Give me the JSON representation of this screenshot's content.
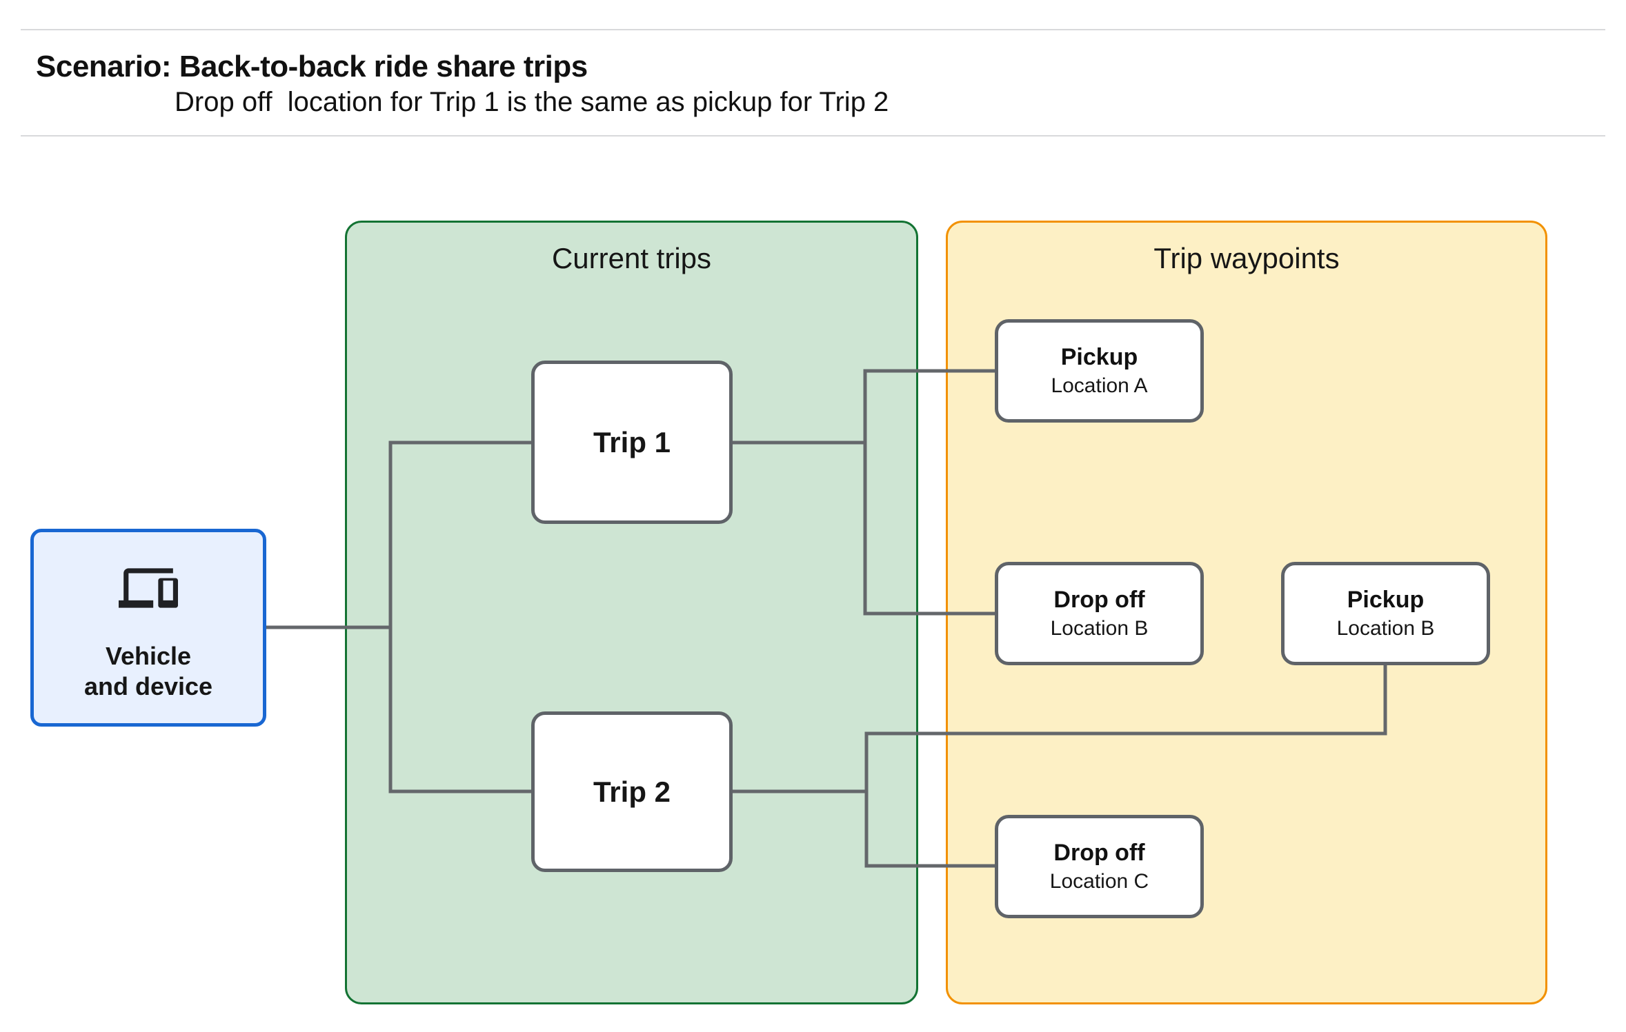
{
  "header": {
    "title": "Scenario: Back-to-back ride share trips",
    "subtitle": "Drop off  location for Trip 1 is the same as pickup for Trip 2"
  },
  "diagram": {
    "vehicle": {
      "icon": "devices-icon",
      "label_line1": "Vehicle",
      "label_line2": "and device"
    },
    "panels": {
      "current_trips": {
        "title": "Current trips"
      },
      "trip_waypoints": {
        "title": "Trip waypoints"
      }
    },
    "trips": {
      "trip1": {
        "label": "Trip 1"
      },
      "trip2": {
        "label": "Trip 2"
      }
    },
    "waypoints": {
      "pickup_a": {
        "title": "Pickup",
        "subtitle": "Location A"
      },
      "dropoff_b": {
        "title": "Drop off",
        "subtitle": "Location B"
      },
      "pickup_b": {
        "title": "Pickup",
        "subtitle": "Location B"
      },
      "dropoff_c": {
        "title": "Drop off",
        "subtitle": "Location C"
      }
    },
    "relations": [
      "Vehicle and device -> Trip 1",
      "Vehicle and device -> Trip 2",
      "Trip 1 -> Pickup Location A",
      "Trip 1 -> Drop off Location B",
      "Trip 2 -> Pickup Location B",
      "Trip 2 -> Drop off Location C"
    ],
    "colors": {
      "current_trips_fill": "#cee5d3",
      "current_trips_border": "#137333",
      "trip_waypoints_fill": "#fdf0c5",
      "trip_waypoints_border": "#f29100",
      "vehicle_fill": "#e8f0fe",
      "vehicle_border": "#1967d2",
      "node_border": "#5f6368",
      "connector": "#64676b",
      "divider": "#d8d9db"
    }
  }
}
